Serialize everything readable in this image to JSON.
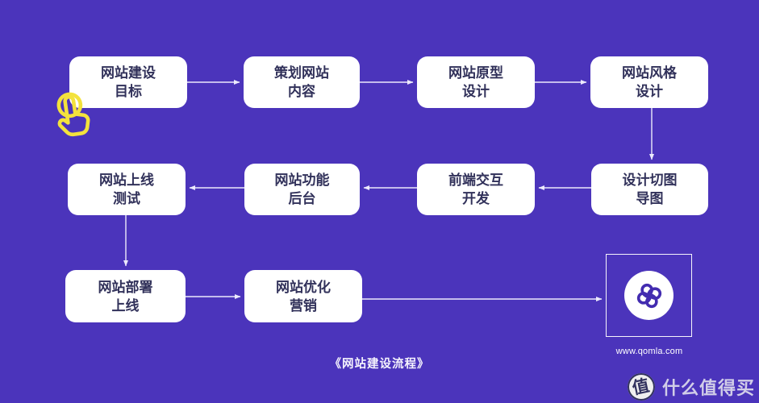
{
  "page": {
    "caption": "《网站建设流程》",
    "background_color": "#4b34bb"
  },
  "flow": {
    "nodes": [
      {
        "line1": "网站建设",
        "line2": "目标"
      },
      {
        "line1": "策划网站",
        "line2": "内容"
      },
      {
        "line1": "网站原型",
        "line2": "设计"
      },
      {
        "line1": "网站风格",
        "line2": "设计"
      },
      {
        "line1": "网站上线",
        "line2": "测试"
      },
      {
        "line1": "网站功能",
        "line2": "后台"
      },
      {
        "line1": "前端交互",
        "line2": "开发"
      },
      {
        "line1": "设计切图",
        "line2": "导图"
      },
      {
        "line1": "网站部署",
        "line2": "上线"
      },
      {
        "line1": "网站优化",
        "line2": "营销"
      }
    ]
  },
  "logo": {
    "website": "www.qomla.com"
  },
  "watermark": {
    "badge_glyph": "值",
    "brand": "什么值得买"
  },
  "colors": {
    "background": "#4b34bb",
    "node_fill": "#ffffff",
    "node_text": "#31315a",
    "arrow": "#eceafc",
    "cursor_yellow": "#f3e23c",
    "logo_purple": "#432cb0"
  }
}
